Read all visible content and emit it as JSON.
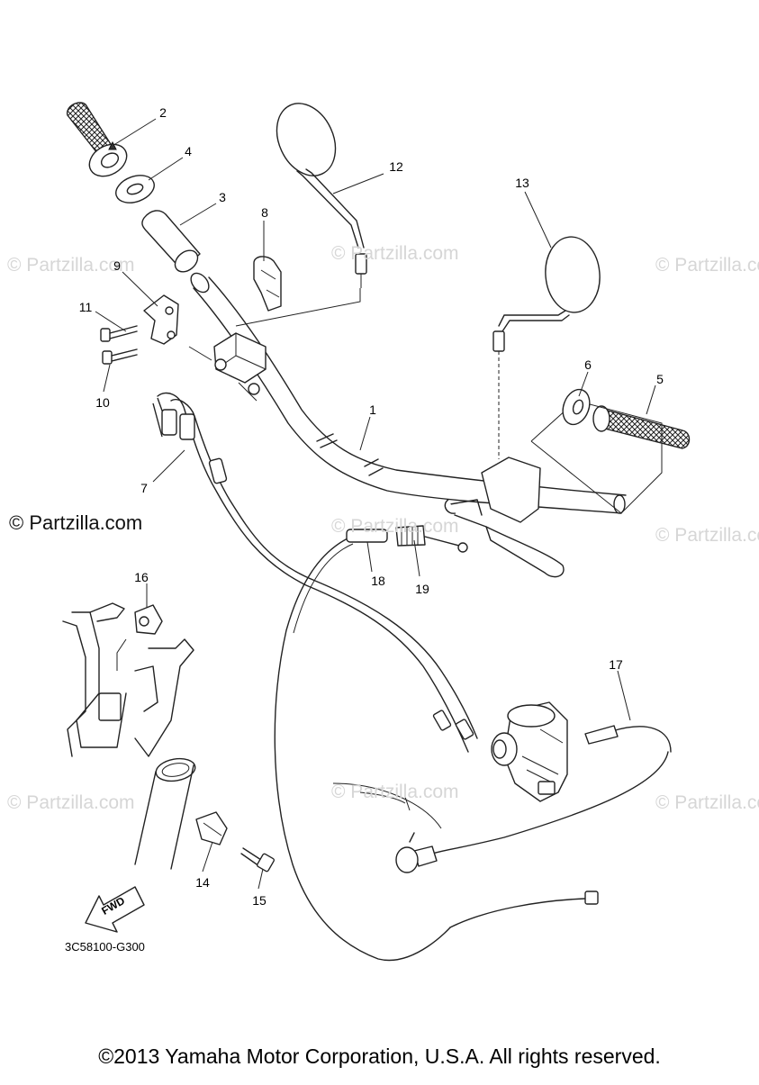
{
  "watermarks": {
    "brand": "© Partzilla.com",
    "light": "© Partzilla.com"
  },
  "callouts": [
    "1",
    "2",
    "3",
    "4",
    "5",
    "6",
    "7",
    "8",
    "9",
    "10",
    "11",
    "12",
    "13",
    "14",
    "15",
    "16",
    "17",
    "18",
    "19"
  ],
  "drawing_code": "3C58100-G300",
  "fwd_label": "FWD",
  "copyright": "©2013 Yamaha Motor Corporation, U.S.A. All rights reserved.",
  "colors": {
    "line": "#222222",
    "watermark": "#d6d6d6"
  }
}
